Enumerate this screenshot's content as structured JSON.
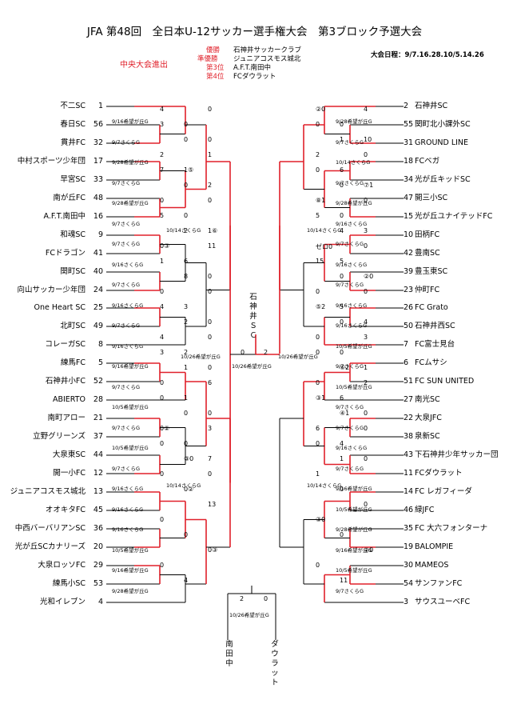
{
  "title": "JFA 第48回　全日本U-12サッカー選手権大会　第3ブロック予選大会",
  "central_label": "中央大会進出",
  "results": [
    {
      "rank": "優勝",
      "team": "石神井サッカークラブ"
    },
    {
      "rank": "準優勝",
      "team": "ジュニアコスモス城北"
    },
    {
      "rank": "第3位",
      "team": "A.F.T.南田中"
    },
    {
      "rank": "第4位",
      "team": "FCダウラット"
    }
  ],
  "schedule": "大会日程：9/7.16.28.10/5.14.26",
  "left_teams": [
    {
      "name": "不二SC",
      "no": "1"
    },
    {
      "name": "春日SC",
      "no": "56"
    },
    {
      "name": "貫井FC",
      "no": "32"
    },
    {
      "name": "中村スポーツ少年団",
      "no": "17"
    },
    {
      "name": "早宮SC",
      "no": "33"
    },
    {
      "name": "南が丘FC",
      "no": "48"
    },
    {
      "name": "A.F.T.南田中",
      "no": "16"
    },
    {
      "name": "和魂SC",
      "no": "9"
    },
    {
      "name": "FCドラゴン",
      "no": "41"
    },
    {
      "name": "関町SC",
      "no": "40"
    },
    {
      "name": "向山サッカー少年団",
      "no": "24"
    },
    {
      "name": "One Heart SC",
      "no": "25"
    },
    {
      "name": "北町SC",
      "no": "49"
    },
    {
      "name": "コレーガSC",
      "no": "8"
    },
    {
      "name": "練馬FC",
      "no": "5"
    },
    {
      "name": "石神井小FC",
      "no": "52"
    },
    {
      "name": "ABIERTO",
      "no": "28"
    },
    {
      "name": "南町アロー",
      "no": "21"
    },
    {
      "name": "立野グリーンズ",
      "no": "37"
    },
    {
      "name": "大泉東SC",
      "no": "44"
    },
    {
      "name": "開一小FC",
      "no": "12"
    },
    {
      "name": "ジュニアコスモス城北",
      "no": "13"
    },
    {
      "name": "オオキタFC",
      "no": "45"
    },
    {
      "name": "中西バーバリアンSC",
      "no": "36"
    },
    {
      "name": "光が丘SCカナリーズ",
      "no": "20"
    },
    {
      "name": "大泉ロッソFC",
      "no": "29"
    },
    {
      "name": "練馬小SC",
      "no": "53"
    },
    {
      "name": "光和イレブン",
      "no": "4"
    }
  ],
  "right_teams": [
    {
      "name": "石神井SC",
      "no": "2"
    },
    {
      "name": "関町北小課外SC",
      "no": "55"
    },
    {
      "name": "GROUND LINE",
      "no": "31"
    },
    {
      "name": "FCベガ",
      "no": "18"
    },
    {
      "name": "光が丘キッドSC",
      "no": "34"
    },
    {
      "name": "開三小SC",
      "no": "47"
    },
    {
      "name": "光が丘ユナイテッドFC",
      "no": "15"
    },
    {
      "name": "田柄FC",
      "no": "10"
    },
    {
      "name": "豊南SC",
      "no": "42"
    },
    {
      "name": "豊玉東SC",
      "no": "39"
    },
    {
      "name": "仲町FC",
      "no": "23"
    },
    {
      "name": "FC Grato",
      "no": "26"
    },
    {
      "name": "石神井西SC",
      "no": "50"
    },
    {
      "name": "FC富士見台",
      "no": "7"
    },
    {
      "name": "FCムサシ",
      "no": "6"
    },
    {
      "name": "FC SUN UNITED",
      "no": "51"
    },
    {
      "name": "南光SC",
      "no": "27"
    },
    {
      "name": "大泉JFC",
      "no": "22"
    },
    {
      "name": "泉新SC",
      "no": "38"
    },
    {
      "name": "下石神井少年サッカー団",
      "no": "43"
    },
    {
      "name": "FCダウラット",
      "no": "11"
    },
    {
      "name": "FC レガフィーダ",
      "no": "14"
    },
    {
      "name": "緑JFC",
      "no": "46"
    },
    {
      "name": "FC 大六フォンターナ",
      "no": "35"
    },
    {
      "name": "BALOMPIE",
      "no": "19"
    },
    {
      "name": "MAMEOS",
      "no": "30"
    },
    {
      "name": "サンファンFC",
      "no": "54"
    },
    {
      "name": "サウスユーベFC",
      "no": "3"
    }
  ],
  "champion": "石神井ＳＣ",
  "third_place": {
    "left": "南田中",
    "right": "ダウラット",
    "score_left": "2",
    "score_right": "0",
    "venue": "10/26希望が丘G"
  },
  "final": {
    "score_left": "0",
    "score_right": "2",
    "venue_top": "10/26希望が丘G",
    "venue_bottom": "10/26希望が丘G"
  },
  "semifinal_venues": {
    "left_top": "10/14さくらG",
    "left_bottom": "10/14さくらG",
    "right_top": "10/14さくらG",
    "right_bottom": "10/14さくらG"
  },
  "annotations": [
    {
      "id": "m_l1",
      "text": "9/16希望が丘G"
    },
    {
      "id": "m_l2",
      "text": "9/7さくらG"
    },
    {
      "id": "m_l3",
      "text": "9/28希望が丘G"
    },
    {
      "id": "m_l4",
      "text": "9/7さくらG"
    },
    {
      "id": "m_l5",
      "text": "9/28希望が丘G"
    },
    {
      "id": "m_l6",
      "text": "9/7さくらG"
    },
    {
      "id": "m_l7",
      "text": "9/7さくらG"
    },
    {
      "id": "m_l8",
      "text": "9/16さくらG"
    },
    {
      "id": "m_l9",
      "text": "9/7さくらG"
    },
    {
      "id": "m_l10",
      "text": "9/16さくらG"
    },
    {
      "id": "m_l11",
      "text": "9/7さくらG"
    },
    {
      "id": "m_l12",
      "text": "9/16さくらG"
    },
    {
      "id": "m_l13",
      "text": "9/16希望が丘G"
    },
    {
      "id": "m_l14",
      "text": "9/7さくらG"
    },
    {
      "id": "m_l15",
      "text": "10/5希望が丘G"
    },
    {
      "id": "m_l16",
      "text": "9/7さくらG"
    },
    {
      "id": "m_l17",
      "text": "10/5希望が丘G"
    },
    {
      "id": "m_l18",
      "text": "9/7さくらG"
    },
    {
      "id": "m_l19",
      "text": "9/16さくらG"
    },
    {
      "id": "m_l20",
      "text": "9/16さくらG"
    },
    {
      "id": "m_l21",
      "text": "9/16さくらG"
    },
    {
      "id": "m_l22",
      "text": "10/5希望が丘G"
    },
    {
      "id": "m_l23",
      "text": "9/16希望が丘G"
    },
    {
      "id": "m_l24",
      "text": "9/28希望が丘G"
    },
    {
      "id": "m_r1",
      "text": "9/28希望が丘G"
    },
    {
      "id": "m_r2",
      "text": "9/7さくらG"
    },
    {
      "id": "m_r3",
      "text": "10/14さくらG"
    },
    {
      "id": "m_r4",
      "text": "9/7さくらG"
    },
    {
      "id": "m_r5",
      "text": "9/28希望が丘G"
    },
    {
      "id": "m_r6",
      "text": "9/16さくらG"
    },
    {
      "id": "m_r7",
      "text": "9/7さくらG"
    },
    {
      "id": "m_r8",
      "text": "9/16さくらG"
    },
    {
      "id": "m_r9",
      "text": "9/7さくらG"
    },
    {
      "id": "m_r10",
      "text": "9/16さくらG"
    },
    {
      "id": "m_r11",
      "text": "9/16さくらG"
    },
    {
      "id": "m_r12",
      "text": "10/5希望が丘G"
    },
    {
      "id": "m_r13",
      "text": "9/7さくらG"
    },
    {
      "id": "m_r14",
      "text": "10/5希望が丘G"
    },
    {
      "id": "m_r15",
      "text": "9/7さくらG"
    },
    {
      "id": "m_r16",
      "text": "9/7さくらG"
    },
    {
      "id": "m_r17",
      "text": "9/16さくらG"
    },
    {
      "id": "m_r18",
      "text": "9/7さくらG"
    },
    {
      "id": "m_r19",
      "text": "9/16希望が丘G"
    },
    {
      "id": "m_r20",
      "text": "10/5希望が丘G"
    },
    {
      "id": "m_r21",
      "text": "9/28希望が丘G"
    },
    {
      "id": "m_r22",
      "text": "9/16希望が丘G"
    },
    {
      "id": "m_r23",
      "text": "10/5希望が丘G"
    },
    {
      "id": "m_r24",
      "text": "9/7さくらG"
    }
  ],
  "scores": [
    "4",
    "0",
    "0",
    "2",
    "1⑤",
    "2",
    "0",
    "0",
    "1⑥",
    "0③",
    "6",
    "0",
    "0",
    "3",
    "0",
    "4",
    "2",
    "0",
    "0",
    "1",
    "0",
    "0②",
    "0",
    "7",
    "0",
    "0②",
    "13",
    "0",
    "0",
    "0③",
    "0",
    "4",
    "0",
    "3",
    "0",
    "1",
    "7",
    "0",
    "0",
    "5",
    "2",
    "11",
    "1",
    "8",
    "0",
    "4",
    "2",
    "0",
    "3",
    "1",
    "6",
    "0",
    "0",
    "3",
    "0",
    "③0",
    "0",
    "②0",
    "0",
    "10",
    "2",
    "6",
    "⑦1",
    "⑧1",
    "0",
    "3",
    "ゼロ0",
    "5",
    "②0",
    "0",
    "5",
    "4",
    "0",
    "0",
    "1",
    "0",
    "6",
    "0",
    "6",
    "4",
    "0",
    "1",
    "0",
    "0",
    "③0",
    "0",
    "②0",
    "0",
    "11",
    "4",
    "0",
    "1",
    "0",
    "0",
    "0",
    "0",
    "5",
    "4",
    "0",
    "15",
    "0",
    "0",
    "⑤2",
    "0",
    "3",
    "0",
    "⑥2",
    "2",
    "③1",
    "④1",
    "0",
    "0",
    "1"
  ]
}
